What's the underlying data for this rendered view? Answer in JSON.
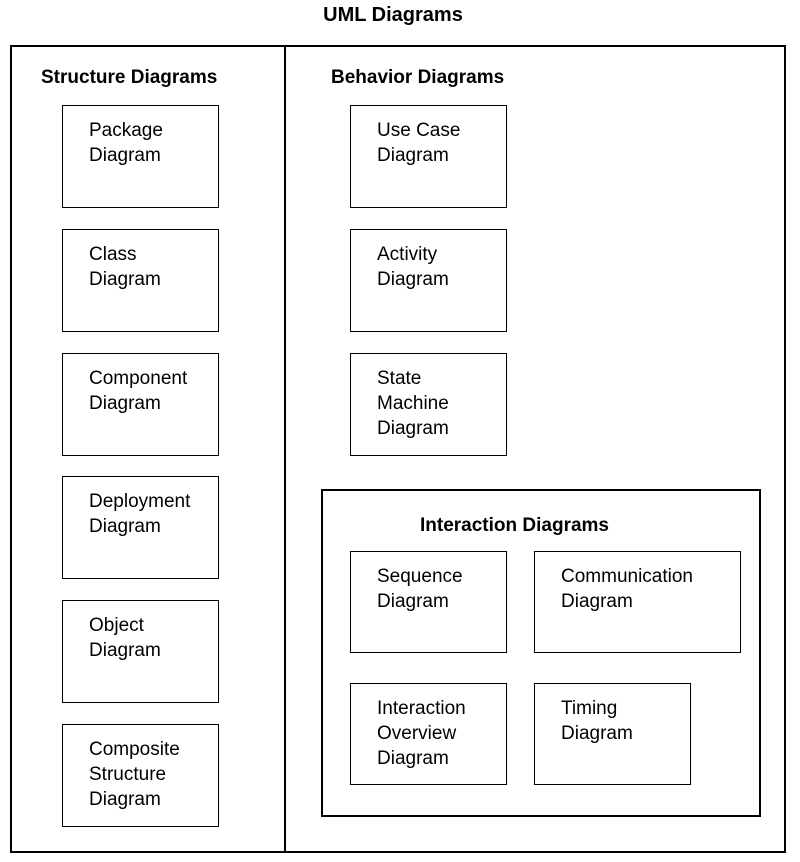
{
  "title": "UML Diagrams",
  "structure": {
    "title": "Structure Diagrams",
    "boxes": [
      [
        "Package",
        "Diagram"
      ],
      [
        "Class",
        "Diagram"
      ],
      [
        "Component",
        "Diagram"
      ],
      [
        "Deployment",
        "Diagram"
      ],
      [
        "Object",
        "Diagram"
      ],
      [
        "Composite",
        "Structure",
        "Diagram"
      ]
    ]
  },
  "behavior": {
    "title": "Behavior Diagrams",
    "boxes": [
      [
        "Use Case",
        "Diagram"
      ],
      [
        "Activity",
        "Diagram"
      ],
      [
        "State",
        "Machine",
        "Diagram"
      ]
    ],
    "interaction": {
      "title": "Interaction Diagrams",
      "boxes": [
        [
          "Sequence",
          "Diagram"
        ],
        [
          "Communication",
          "Diagram"
        ],
        [
          "Interaction",
          "Overview",
          "Diagram"
        ],
        [
          "Timing",
          "Diagram"
        ]
      ]
    }
  }
}
